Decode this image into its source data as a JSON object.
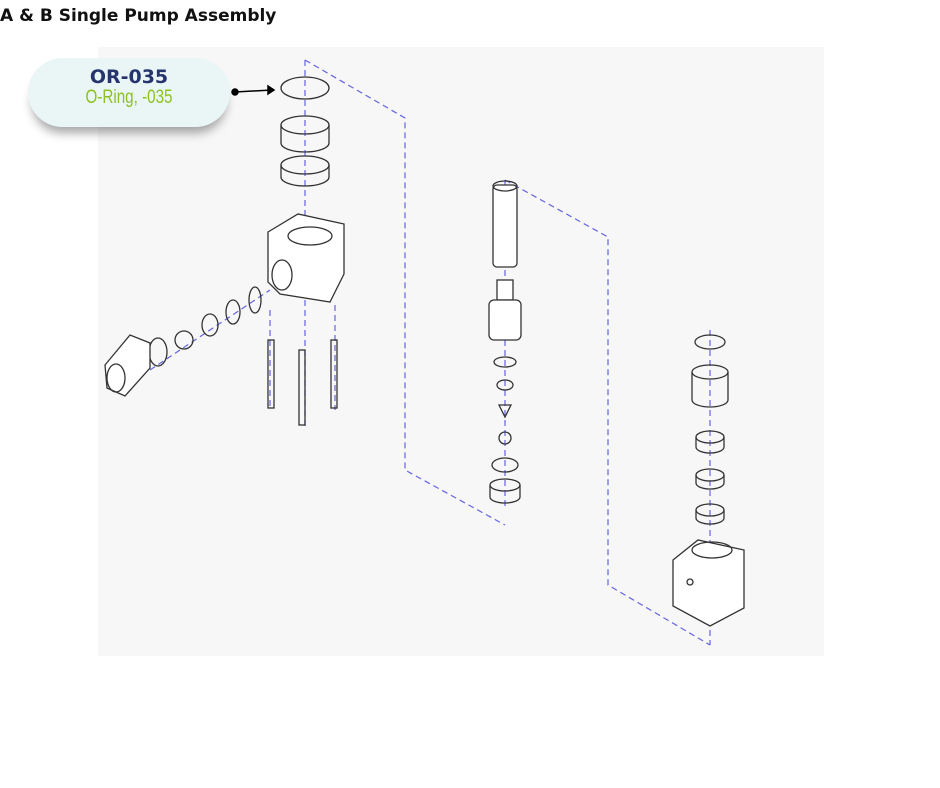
{
  "title": "A & B Single Pump Assembly",
  "callout": {
    "part_number": "OR-035",
    "description": "O-Ring, -035"
  },
  "colors": {
    "dash": "#6464e0",
    "part_no": "#27356e",
    "desc": "#8cc21f"
  }
}
